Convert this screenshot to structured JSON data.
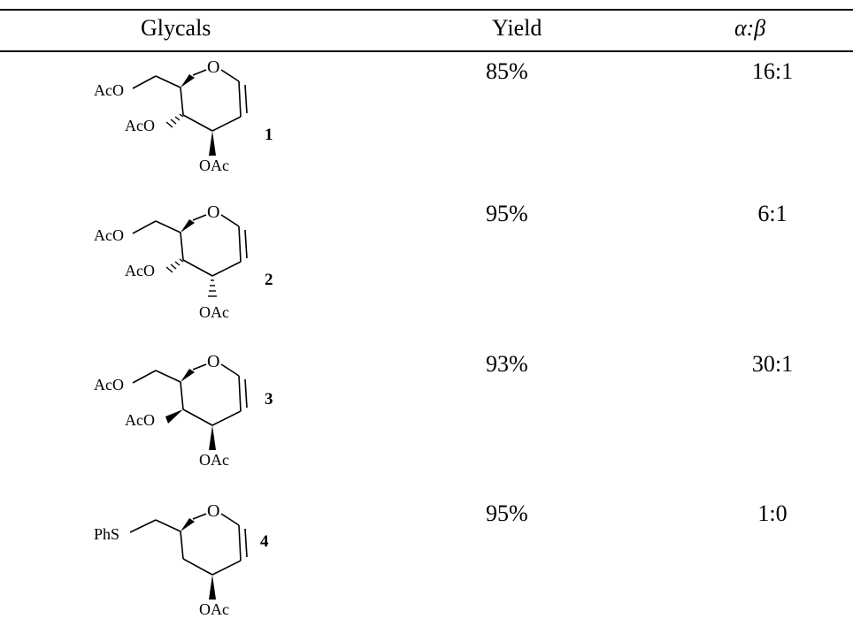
{
  "table": {
    "headers": {
      "glycals": "Glycals",
      "yield": "Yield",
      "ratio": "α:β"
    },
    "rows": [
      {
        "number": "1",
        "yield": "85%",
        "ratio": "16:1",
        "substituents": {
          "c6": "AcO",
          "c4": "AcO",
          "c3": "OAc"
        },
        "stereo": {
          "c4": "hashed",
          "c3": "wedge"
        }
      },
      {
        "number": "2",
        "yield": "95%",
        "ratio": "6:1",
        "substituents": {
          "c6": "AcO",
          "c4": "AcO",
          "c3": "OAc"
        },
        "stereo": {
          "c4": "hashed",
          "c3": "hashed"
        }
      },
      {
        "number": "3",
        "yield": "93%",
        "ratio": "30:1",
        "substituents": {
          "c6": "AcO",
          "c4": "AcO",
          "c3": "OAc"
        },
        "stereo": {
          "c4": "wedge",
          "c3": "wedge"
        }
      },
      {
        "number": "4",
        "yield": "95%",
        "ratio": "1:0",
        "substituents": {
          "c6": "PhS",
          "c3": "OAc"
        },
        "stereo": {
          "c3": "wedge"
        }
      }
    ],
    "ring_atom": "O"
  }
}
